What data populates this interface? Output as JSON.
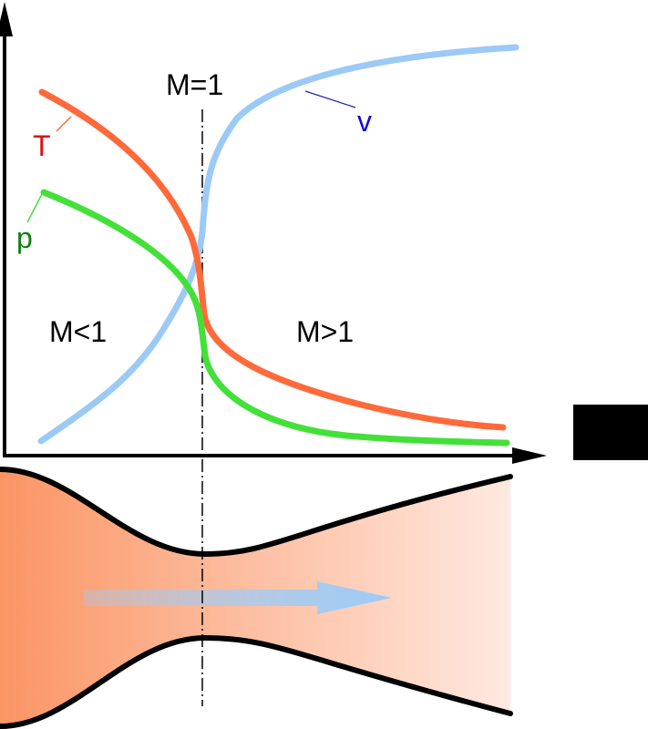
{
  "labels": {
    "throat_mach": "M=1",
    "subsonic": "M<1",
    "supersonic": "M>1",
    "temperature": "T",
    "pressure": "p",
    "velocity": "v"
  },
  "colors": {
    "temperature": "#ff6a3a",
    "pressure": "#44e03a",
    "velocity": "#9ccaf6",
    "temperature_label": "#e01010",
    "pressure_label": "#10800f",
    "velocity_label": "#1010cc",
    "velocity_leader": "#2020b0",
    "nozzle_gradient_start": "#fb9564",
    "nozzle_gradient_end": "#ffe9e1",
    "flow_arrow": "#9ecbf7",
    "axes": "#000000"
  },
  "icons": {
    "side_marker": "black-rectangle"
  }
}
